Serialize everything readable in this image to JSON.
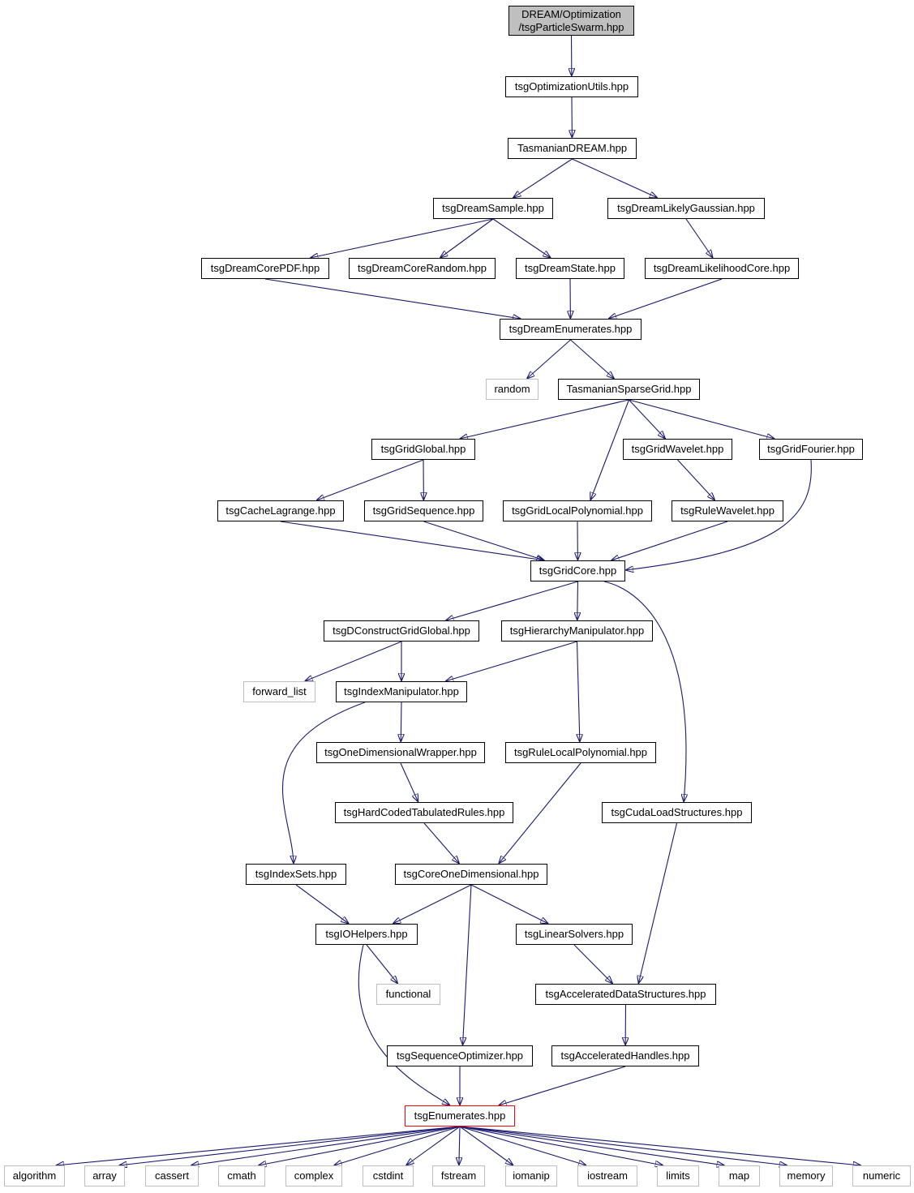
{
  "graph": {
    "edge_color": "#191970",
    "node_border_color": "#000000",
    "system_border_color": "#bfbfbf",
    "root_fill_color": "#bfbfbf",
    "highlight_border_color": "#ff0000",
    "nodes": {
      "root": {
        "label": "DREAM/Optimization\n/tsgParticleSwarm.hpp",
        "kind": "root"
      },
      "optutils": {
        "label": "tsgOptimizationUtils.hpp",
        "kind": "file"
      },
      "dream": {
        "label": "TasmanianDREAM.hpp",
        "kind": "file"
      },
      "dsample": {
        "label": "tsgDreamSample.hpp",
        "kind": "file"
      },
      "dlikelyg": {
        "label": "tsgDreamLikelyGaussian.hpp",
        "kind": "file"
      },
      "dcorepdf": {
        "label": "tsgDreamCorePDF.hpp",
        "kind": "file"
      },
      "dcorerand": {
        "label": "tsgDreamCoreRandom.hpp",
        "kind": "file"
      },
      "dstate": {
        "label": "tsgDreamState.hpp",
        "kind": "file"
      },
      "dlikecore": {
        "label": "tsgDreamLikelihoodCore.hpp",
        "kind": "file"
      },
      "denum": {
        "label": "tsgDreamEnumerates.hpp",
        "kind": "file"
      },
      "random": {
        "label": "random",
        "kind": "system"
      },
      "sparse": {
        "label": "TasmanianSparseGrid.hpp",
        "kind": "file"
      },
      "gglobal": {
        "label": "tsgGridGlobal.hpp",
        "kind": "file"
      },
      "gwavelet": {
        "label": "tsgGridWavelet.hpp",
        "kind": "file"
      },
      "gfourier": {
        "label": "tsgGridFourier.hpp",
        "kind": "file"
      },
      "cachelag": {
        "label": "tsgCacheLagrange.hpp",
        "kind": "file"
      },
      "gseq": {
        "label": "tsgGridSequence.hpp",
        "kind": "file"
      },
      "glocpoly": {
        "label": "tsgGridLocalPolynomial.hpp",
        "kind": "file"
      },
      "rwavelet": {
        "label": "tsgRuleWavelet.hpp",
        "kind": "file"
      },
      "gcore": {
        "label": "tsgGridCore.hpp",
        "kind": "file"
      },
      "dconstruct": {
        "label": "tsgDConstructGridGlobal.hpp",
        "kind": "file"
      },
      "hierman": {
        "label": "tsgHierarchyManipulator.hpp",
        "kind": "file"
      },
      "fwdlist": {
        "label": "forward_list",
        "kind": "system"
      },
      "indexman": {
        "label": "tsgIndexManipulator.hpp",
        "kind": "file"
      },
      "onedwrap": {
        "label": "tsgOneDimensionalWrapper.hpp",
        "kind": "file"
      },
      "rlocpoly": {
        "label": "tsgRuleLocalPolynomial.hpp",
        "kind": "file"
      },
      "hardcoded": {
        "label": "tsgHardCodedTabulatedRules.hpp",
        "kind": "file"
      },
      "cudaload": {
        "label": "tsgCudaLoadStructures.hpp",
        "kind": "file"
      },
      "indexsets": {
        "label": "tsgIndexSets.hpp",
        "kind": "file"
      },
      "coreoned": {
        "label": "tsgCoreOneDimensional.hpp",
        "kind": "file"
      },
      "iohelpers": {
        "label": "tsgIOHelpers.hpp",
        "kind": "file"
      },
      "linsolve": {
        "label": "tsgLinearSolvers.hpp",
        "kind": "file"
      },
      "functional": {
        "label": "functional",
        "kind": "system"
      },
      "accdata": {
        "label": "tsgAcceleratedDataStructures.hpp",
        "kind": "file"
      },
      "seqopt": {
        "label": "tsgSequenceOptimizer.hpp",
        "kind": "file"
      },
      "acchandles": {
        "label": "tsgAcceleratedHandles.hpp",
        "kind": "file"
      },
      "enumerates": {
        "label": "tsgEnumerates.hpp",
        "kind": "highlight"
      },
      "algorithm": {
        "label": "algorithm",
        "kind": "system"
      },
      "array": {
        "label": "array",
        "kind": "system"
      },
      "cassert": {
        "label": "cassert",
        "kind": "system"
      },
      "cmath": {
        "label": "cmath",
        "kind": "system"
      },
      "complex": {
        "label": "complex",
        "kind": "system"
      },
      "cstdint": {
        "label": "cstdint",
        "kind": "system"
      },
      "fstream": {
        "label": "fstream",
        "kind": "system"
      },
      "iomanip": {
        "label": "iomanip",
        "kind": "system"
      },
      "iostream": {
        "label": "iostream",
        "kind": "system"
      },
      "limits": {
        "label": "limits",
        "kind": "system"
      },
      "map": {
        "label": "map",
        "kind": "system"
      },
      "memory": {
        "label": "memory",
        "kind": "system"
      },
      "numeric": {
        "label": "numeric",
        "kind": "system"
      }
    },
    "edges": [
      [
        "root",
        "optutils"
      ],
      [
        "optutils",
        "dream"
      ],
      [
        "dream",
        "dsample"
      ],
      [
        "dream",
        "dlikelyg"
      ],
      [
        "dsample",
        "dcorepdf"
      ],
      [
        "dsample",
        "dcorerand"
      ],
      [
        "dsample",
        "dstate"
      ],
      [
        "dlikelyg",
        "dlikecore"
      ],
      [
        "dcorepdf",
        "denum"
      ],
      [
        "dstate",
        "denum"
      ],
      [
        "dlikecore",
        "denum"
      ],
      [
        "denum",
        "random"
      ],
      [
        "denum",
        "sparse"
      ],
      [
        "sparse",
        "gglobal"
      ],
      [
        "sparse",
        "glocpoly"
      ],
      [
        "sparse",
        "gwavelet"
      ],
      [
        "sparse",
        "gfourier"
      ],
      [
        "gglobal",
        "cachelag"
      ],
      [
        "gglobal",
        "gseq"
      ],
      [
        "gwavelet",
        "rwavelet"
      ],
      [
        "cachelag",
        "gcore"
      ],
      [
        "gseq",
        "gcore"
      ],
      [
        "glocpoly",
        "gcore"
      ],
      [
        "rwavelet",
        "gcore"
      ],
      [
        "gfourier",
        "gcore"
      ],
      [
        "gcore",
        "dconstruct"
      ],
      [
        "gcore",
        "hierman"
      ],
      [
        "gcore",
        "cudaload"
      ],
      [
        "dconstruct",
        "fwdlist"
      ],
      [
        "dconstruct",
        "indexman"
      ],
      [
        "hierman",
        "indexman"
      ],
      [
        "hierman",
        "rlocpoly"
      ],
      [
        "indexman",
        "onedwrap"
      ],
      [
        "indexman",
        "indexsets"
      ],
      [
        "onedwrap",
        "hardcoded"
      ],
      [
        "hardcoded",
        "coreoned"
      ],
      [
        "rlocpoly",
        "coreoned"
      ],
      [
        "indexsets",
        "iohelpers"
      ],
      [
        "coreoned",
        "iohelpers"
      ],
      [
        "coreoned",
        "linsolve"
      ],
      [
        "coreoned",
        "seqopt"
      ],
      [
        "iohelpers",
        "functional"
      ],
      [
        "iohelpers",
        "enumerates"
      ],
      [
        "linsolve",
        "accdata"
      ],
      [
        "cudaload",
        "accdata"
      ],
      [
        "accdata",
        "acchandles"
      ],
      [
        "seqopt",
        "enumerates"
      ],
      [
        "acchandles",
        "enumerates"
      ],
      [
        "enumerates",
        "algorithm"
      ],
      [
        "enumerates",
        "array"
      ],
      [
        "enumerates",
        "cassert"
      ],
      [
        "enumerates",
        "cmath"
      ],
      [
        "enumerates",
        "complex"
      ],
      [
        "enumerates",
        "cstdint"
      ],
      [
        "enumerates",
        "fstream"
      ],
      [
        "enumerates",
        "iomanip"
      ],
      [
        "enumerates",
        "iostream"
      ],
      [
        "enumerates",
        "limits"
      ],
      [
        "enumerates",
        "map"
      ],
      [
        "enumerates",
        "memory"
      ],
      [
        "enumerates",
        "numeric"
      ]
    ]
  }
}
